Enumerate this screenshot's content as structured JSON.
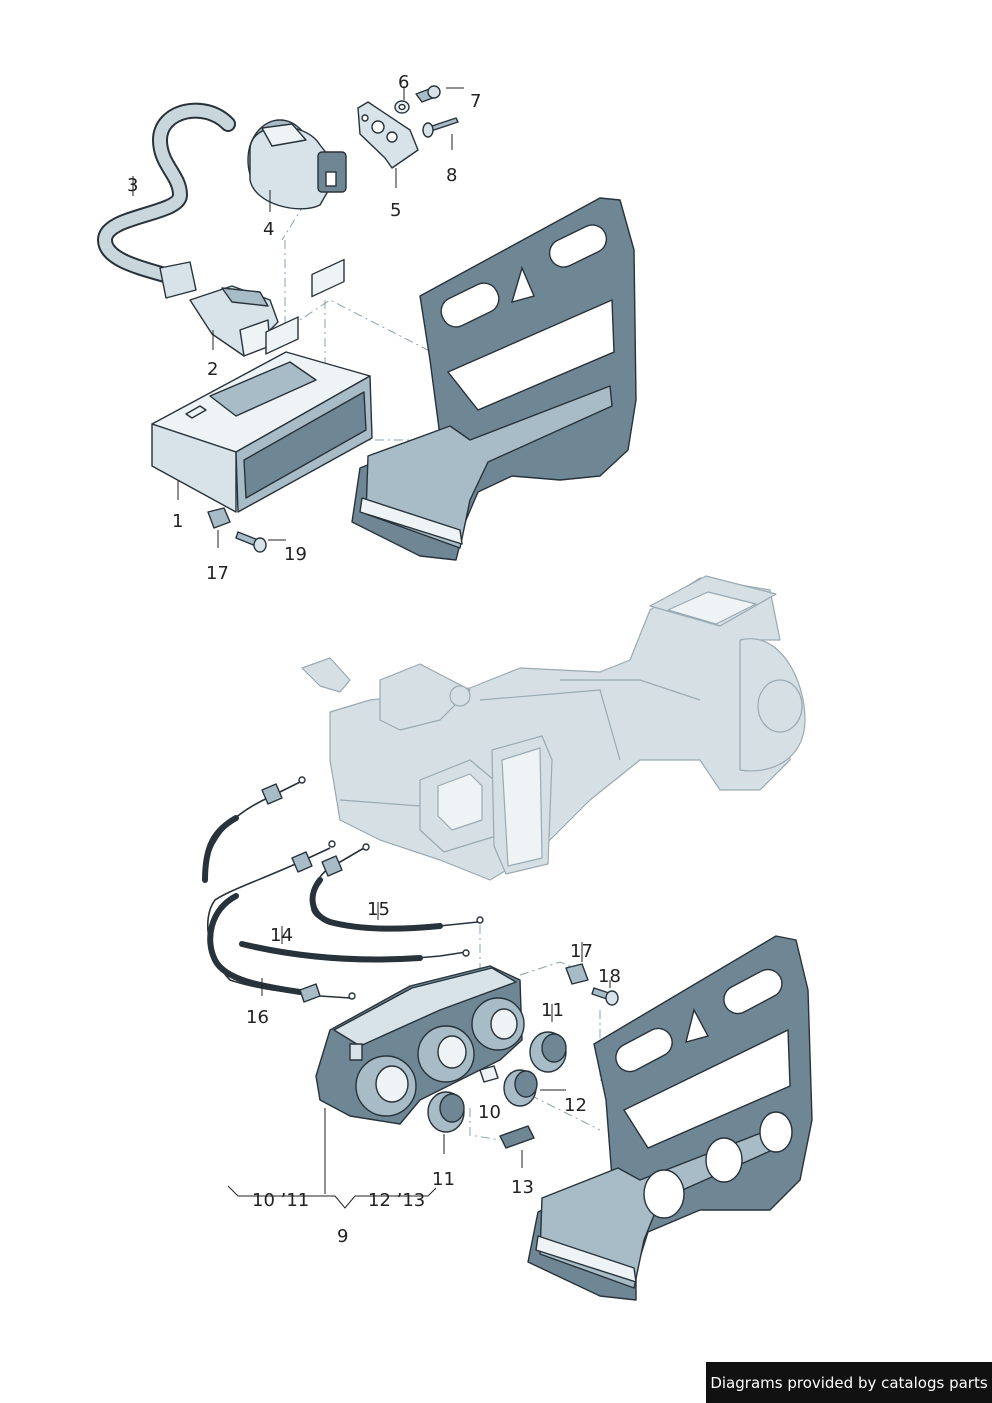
{
  "diagram": {
    "callouts": {
      "c1": "1",
      "c2": "2",
      "c3": "3",
      "c4": "4",
      "c5": "5",
      "c6": "6",
      "c7": "7",
      "c8": "8",
      "c9": "9",
      "c10": "10",
      "c11a": "11",
      "c11b": "11",
      "c12": "12",
      "c13": "13",
      "c14": "14",
      "c15": "15",
      "c16": "16",
      "c17a": "17",
      "c17b": "17",
      "c18": "18",
      "c19": "19",
      "group_left": "10 ’11",
      "group_right": "12 ’13"
    }
  },
  "footer": {
    "credit": "Diagrams provided by catalogs parts"
  }
}
